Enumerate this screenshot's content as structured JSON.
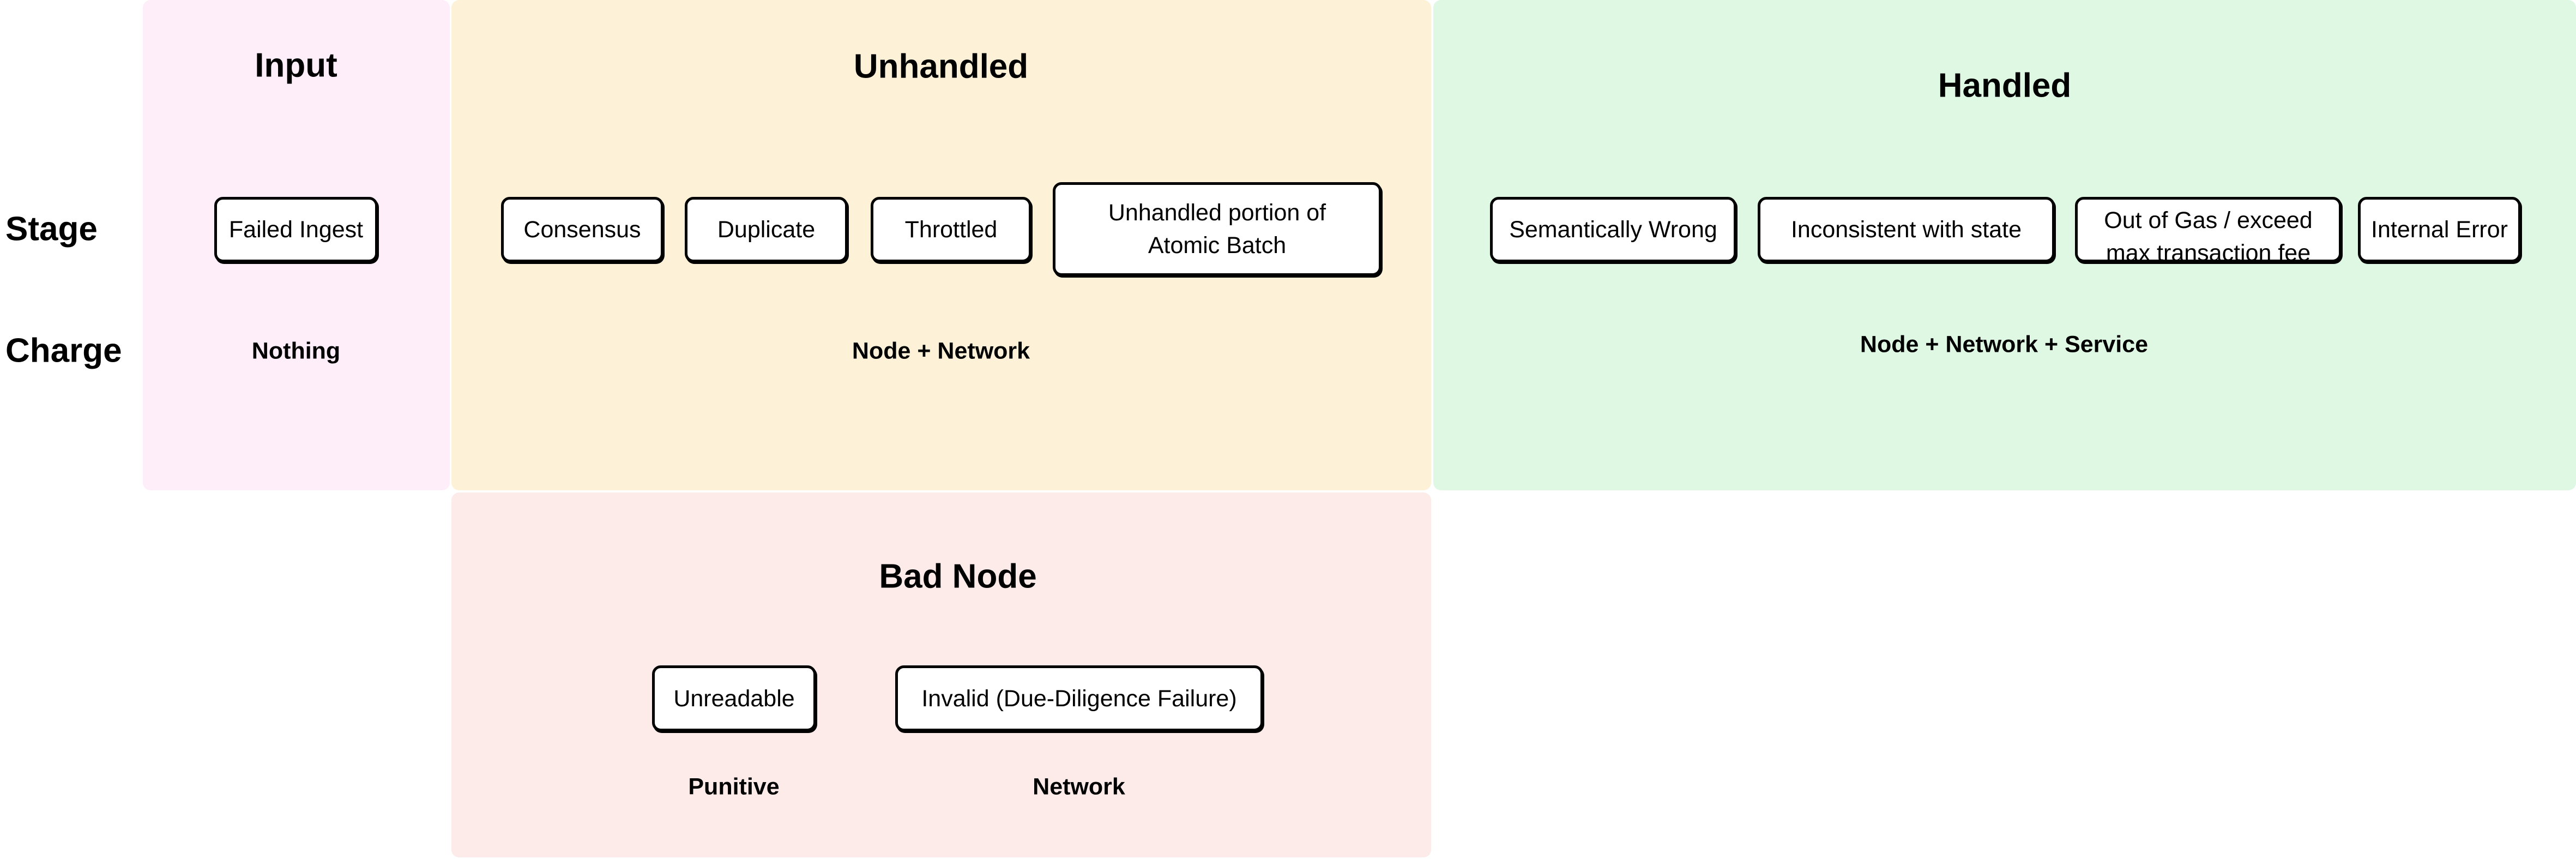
{
  "diagram": {
    "row_labels": {
      "stage": "Stage",
      "charge": "Charge"
    },
    "colors": {
      "input_bg": "#fdeefa",
      "unhandled_bg": "#fdf2d8",
      "handled_bg": "#dff8e3",
      "bad_node_bg": "#fcebe8",
      "box_bg": "#ffffff",
      "box_border": "#000000",
      "text": "#000000"
    },
    "panels": {
      "input": {
        "title": "Input",
        "stages": [
          "Failed Ingest"
        ],
        "charge": "Nothing"
      },
      "unhandled": {
        "title": "Unhandled",
        "stages": [
          "Consensus",
          "Duplicate",
          "Throttled",
          "Unhandled portion of\nAtomic Batch"
        ],
        "charge": "Node + Network"
      },
      "handled": {
        "title": "Handled",
        "stages": [
          "Semantically Wrong",
          "Inconsistent with state",
          "Out of Gas / exceed\nmax transaction fee",
          "Internal Error"
        ],
        "charge": "Node + Network + Service"
      },
      "bad_node": {
        "title": "Bad Node",
        "stages": [
          "Unreadable",
          "Invalid (Due-Diligence Failure)"
        ],
        "charges": [
          "Punitive",
          "Network"
        ]
      }
    }
  }
}
